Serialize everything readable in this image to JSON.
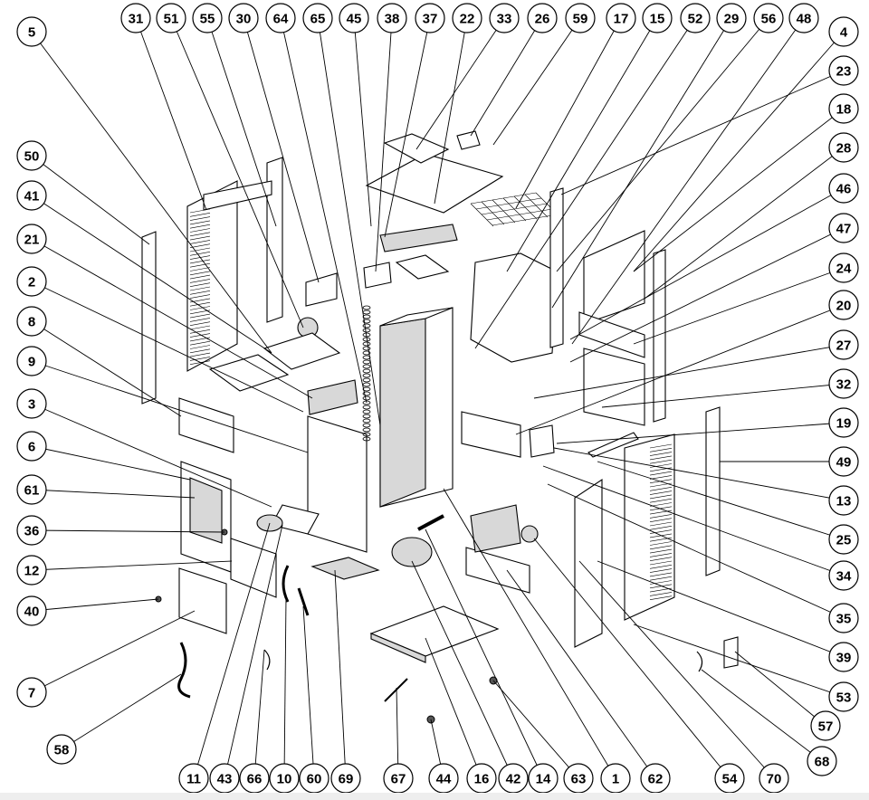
{
  "diagram": {
    "type": "exploded-parts-view",
    "callouts": [
      "31",
      "51",
      "55",
      "30",
      "64",
      "65",
      "45",
      "38",
      "37",
      "22",
      "33",
      "26",
      "59",
      "17",
      "15",
      "52",
      "29",
      "56",
      "48",
      "5",
      "4",
      "23",
      "18",
      "28",
      "46",
      "47",
      "24",
      "20",
      "27",
      "32",
      "19",
      "49",
      "13",
      "25",
      "34",
      "35",
      "39",
      "53",
      "57",
      "68",
      "50",
      "41",
      "21",
      "2",
      "8",
      "9",
      "3",
      "6",
      "61",
      "36",
      "12",
      "40",
      "7",
      "58",
      "11",
      "43",
      "66",
      "10",
      "60",
      "69",
      "67",
      "44",
      "16",
      "42",
      "14",
      "63",
      "1",
      "62",
      "54",
      "70"
    ]
  }
}
